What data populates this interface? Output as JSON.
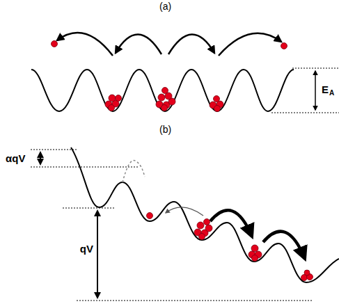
{
  "diagram": {
    "labels": [
      "(a)",
      "E",
      "A",
      "(b)",
      "αqV",
      "qV"
    ]
  }
}
